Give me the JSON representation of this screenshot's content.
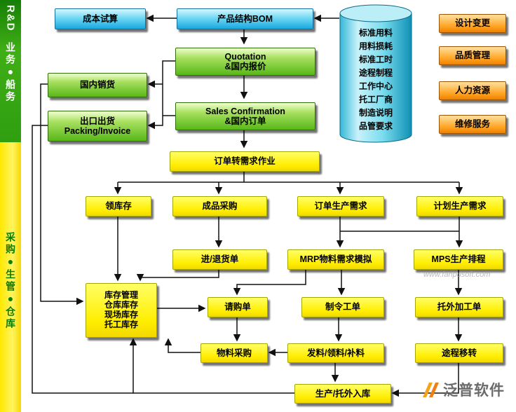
{
  "sidebar": {
    "rd_label": "R&D",
    "business_label": "业务●船务",
    "purchase_label": "采购●生管●仓库"
  },
  "nodes": {
    "cost_trial": {
      "label": "成本试算"
    },
    "bom": {
      "label": "产品结构BOM"
    },
    "master_data": {
      "lines": [
        "标准用料",
        "用料损耗",
        "标准工时",
        "途程制程",
        "工作中心",
        "托工厂商",
        "制造说明",
        "品管要求"
      ]
    },
    "design_change": {
      "label": "设计变更"
    },
    "quality_mgmt": {
      "label": "品质管理"
    },
    "human_resource": {
      "label": "人力资源"
    },
    "maintenance_service": {
      "label": "维修服务"
    },
    "quotation": {
      "lines": [
        "Quotation",
        "&国内报价"
      ]
    },
    "domestic_sales": {
      "label": "国内销货"
    },
    "export_shipment": {
      "lines": [
        "出口出货",
        "Packing/Invoice"
      ]
    },
    "sales_confirmation": {
      "lines": [
        "Sales Confirmation",
        "&国内订单"
      ]
    },
    "order_to_demand": {
      "label": "订单转需求作业"
    },
    "pick_stock": {
      "label": "领库存"
    },
    "finished_goods_purchase": {
      "label": "成品采购"
    },
    "order_production_demand": {
      "label": "订单生产需求"
    },
    "planned_production_demand": {
      "label": "计划生产需求"
    },
    "receipt_return_note": {
      "label": "进/退货单"
    },
    "mrp_simulation": {
      "label": "MRP物料需求模拟"
    },
    "mps_scheduling": {
      "label": "MPS生产排程"
    },
    "inventory_mgmt": {
      "lines": [
        "库存管理",
        "仓库库存",
        "现场库存",
        "托工库存"
      ]
    },
    "purchase_requisition": {
      "label": "请购单"
    },
    "work_order": {
      "label": "制令工单"
    },
    "outsourcing_order": {
      "label": "托外加工单"
    },
    "material_purchase": {
      "label": "物料采购"
    },
    "material_issue": {
      "label": "发料/领料/补料"
    },
    "route_transfer": {
      "label": "途程移转"
    },
    "production_inbound": {
      "label": "生产/托外入库"
    }
  },
  "watermark": {
    "url_text": "www.fanpusoft.com",
    "brand": "泛普软件"
  },
  "colors": {
    "blue_box": "#2aa9e0",
    "green_box": "#5cb81a",
    "yellow_box": "#ffee00",
    "orange_box": "#ff9a1a",
    "sidebar_green": "#2f9e10",
    "sidebar_yellow": "#ffe800",
    "arrow": "#111111"
  }
}
